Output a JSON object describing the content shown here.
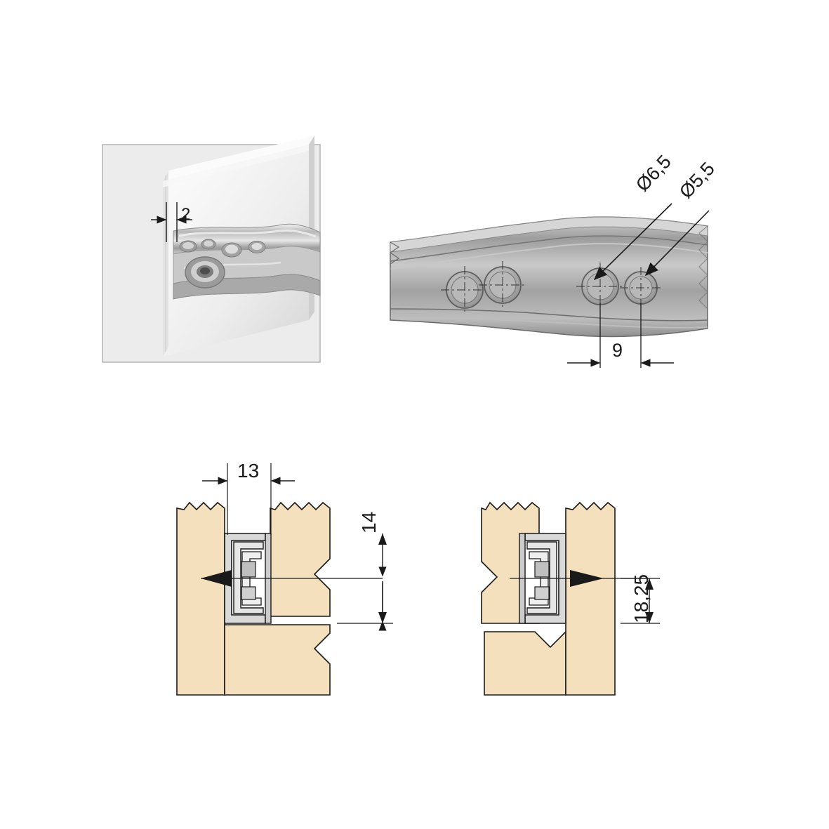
{
  "figure": {
    "type": "technical-drawing",
    "background": "#ffffff",
    "panels": [
      {
        "id": "photo-panel",
        "name": "drawer-runner-photo",
        "caption_dimension": "2",
        "frame_color": "#b3b3b3",
        "photo_bg": "#e8e8e8"
      },
      {
        "id": "profile-panel",
        "name": "runner-hole-pattern-detail",
        "labels": {
          "hole_large": "Ø6,5",
          "hole_small": "Ø5,5",
          "spacing": "9"
        },
        "metal_fill": "#a8a8a8"
      },
      {
        "id": "section-left",
        "name": "cross-section-left",
        "labels": {
          "width": "13",
          "height": "14"
        },
        "wood_fill": "#f5e0bd",
        "metal_fill": "#d9d9d9"
      },
      {
        "id": "section-right",
        "name": "cross-section-right",
        "labels": {
          "height": "18,25"
        },
        "wood_fill": "#f5e0bd",
        "metal_fill": "#d9d9d9"
      }
    ]
  },
  "colors": {
    "line": "#1a1a1a",
    "wood": "#f5e0bd",
    "metal_light": "#d9d9d9",
    "metal_mid": "#a8a8a8",
    "metal_dark": "#8c8c8c",
    "frame": "#b3b3b3"
  }
}
